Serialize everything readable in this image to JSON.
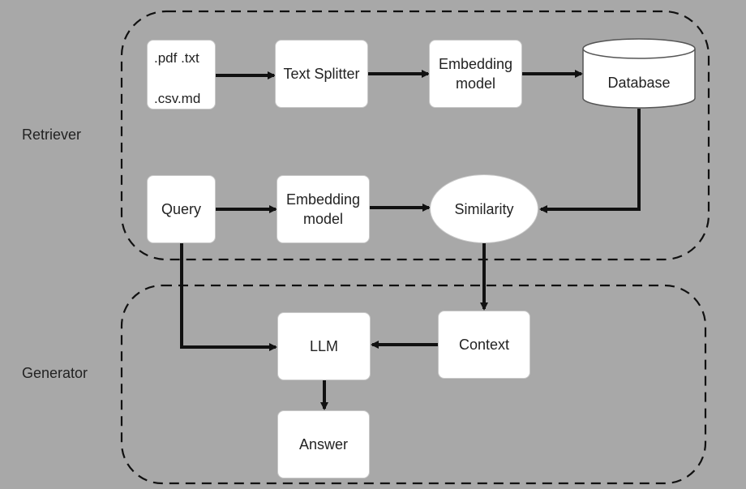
{
  "groups": {
    "retriever": "Retriever",
    "generator": "Generator"
  },
  "nodes": {
    "files": {
      "line1": ".pdf .txt",
      "line2": ".csv.md"
    },
    "text_splitter": "Text Splitter",
    "embedding_1": {
      "line1": "Embedding",
      "line2": "model"
    },
    "database": "Database",
    "query": "Query",
    "embedding_2": {
      "line1": "Embedding",
      "line2": "model"
    },
    "similarity": "Similarity",
    "context": "Context",
    "llm": "LLM",
    "answer": "Answer"
  },
  "colors": {
    "background": "#a8a8a8",
    "node_fill": "#ffffff",
    "line": "#111111"
  }
}
